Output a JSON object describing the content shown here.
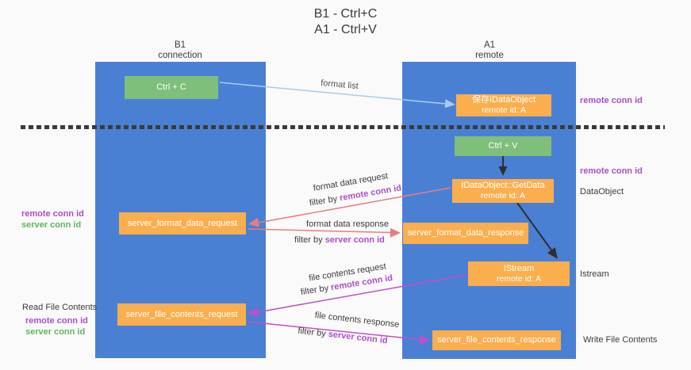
{
  "title": {
    "line1": "B1 - Ctrl+C",
    "line2": "A1 - Ctrl+V"
  },
  "lanes": {
    "b1": {
      "name": "B1",
      "role": "connection"
    },
    "a1": {
      "name": "A1",
      "role": "remote"
    }
  },
  "nodes": {
    "ctrl_c": {
      "label": "Ctrl + C"
    },
    "ctrl_v": {
      "label": "Ctrl + V"
    },
    "save_idataobject": {
      "label": "保存IDataObject",
      "sub": "remote id: A"
    },
    "getdata": {
      "label": "IDataObject::GetData",
      "sub": "remote id: A"
    },
    "istream": {
      "label": "IStream",
      "sub": "remote id: A"
    },
    "format_request": {
      "label": "server_format_data_request"
    },
    "format_response": {
      "label": "server_format_data_response"
    },
    "file_request": {
      "label": "server_file_contents_request"
    },
    "file_response": {
      "label": "server_file_contents_response"
    }
  },
  "terms": {
    "filter_by": "filter by",
    "remote_conn_id": "remote conn id",
    "server_conn_id": "server conn id"
  },
  "arrow_labels": {
    "format_list": "format list",
    "format_data_request": "format data request",
    "format_data_response": "format data response",
    "file_contents_request": "file contents request",
    "file_contents_response": "file contents response"
  },
  "side_labels": {
    "read_file_contents": "Read File Contents",
    "write_file_contents": "Write File Contents",
    "dataobject": "DataObject",
    "istream": "Istream"
  },
  "colors": {
    "background": "#fafafa",
    "lane_fill": "#4a80d4",
    "node_green": "#7dbf7b",
    "node_orange": "#fbae4e",
    "arrow_black": "#2f2f2f",
    "arrow_salmon": "#e87d7d",
    "arrow_magenta": "#c44fc4",
    "arrow_lightblue": "#a5cdec",
    "text_purple": "#aa4fc8",
    "text_green": "#5cb85c",
    "text_dark": "#3c3c3c"
  }
}
